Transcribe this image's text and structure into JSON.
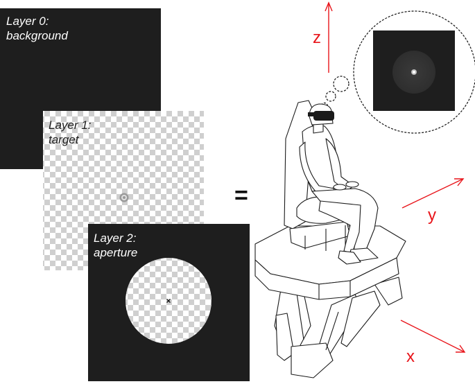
{
  "layers": [
    {
      "title": "Layer 0:",
      "subtitle": "background"
    },
    {
      "title": "Layer 1:",
      "subtitle": "target"
    },
    {
      "title": "Layer 2:",
      "subtitle": "aperture"
    }
  ],
  "equals_sign": "=",
  "axes": {
    "z": "z",
    "y": "y",
    "x": "x"
  },
  "colors": {
    "layer_background": "#1e1e1e",
    "checker_light": "#ffffff",
    "checker_dark": "#cfcfcf",
    "axis": "#e8141a"
  },
  "icons": [
    "vr-headset-icon",
    "motion-platform-icon",
    "thought-bubble-icon",
    "target-ring-icon",
    "fixation-cross-icon"
  ]
}
